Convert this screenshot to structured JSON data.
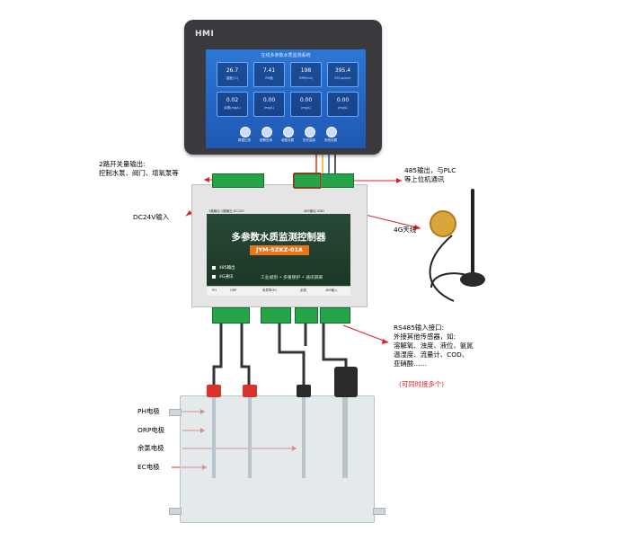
{
  "hmi": {
    "logo": "HMI",
    "screen_title": "在线多参数水质监测系统",
    "tiles": [
      {
        "value": "26.7",
        "unit": "温度(℃)"
      },
      {
        "value": "7.41",
        "unit": "PH值"
      },
      {
        "value": "198",
        "unit": "ORP(mv)"
      },
      {
        "value": "395.4",
        "unit": "EC(us/cm)"
      },
      {
        "value": "0.02",
        "unit": "余氯(mg/L)"
      },
      {
        "value": "0.00",
        "unit": "(mg/L)"
      },
      {
        "value": "0.00",
        "unit": "(mg/L)"
      },
      {
        "value": "0.00",
        "unit": "(mg/L)"
      }
    ],
    "buttons": [
      "数据记录",
      "报警查询",
      "参数设置",
      "历史曲线",
      "系统设置"
    ]
  },
  "device": {
    "title": "多参数水质监测控制器",
    "model": "JYM-SZKZ-01A",
    "features": "工业级别 • 多重保护 • 通讯隔离",
    "legend": [
      "485输出",
      "4G通讯"
    ],
    "top_strip_left": "1路输出 2路输出 DC12V",
    "top_strip_right": "485输出 GND",
    "bottom_strip": [
      "PH",
      "ORP",
      "电导率/EC",
      "余氯",
      "485输入"
    ]
  },
  "annotations": {
    "relay": "2路开关量输出:\n控制水泵、阀门、增氧泵等",
    "dc24": "DC24V输入",
    "plc485": "485输出，与PLC\n等上位机通讯",
    "antenna": "4G天线",
    "rs485": "RS485输入接口:\n外接其他传感器，如:\n溶解氧、浊度、液位、氨氮\n温湿度、流量计、COD、\n亚硝酸……",
    "rs485_note": "(可同时接多个)",
    "ph": "PH电极",
    "orp": "ORP电极",
    "chlorine": "余氯电极",
    "ec": "EC电极"
  },
  "colors": {
    "arrow_red": "#e02020",
    "panel_green": "#1e3d2b",
    "terminal_green": "#27a34a",
    "model_orange": "#e8741c",
    "screen_blue": "#1f5fbf"
  }
}
